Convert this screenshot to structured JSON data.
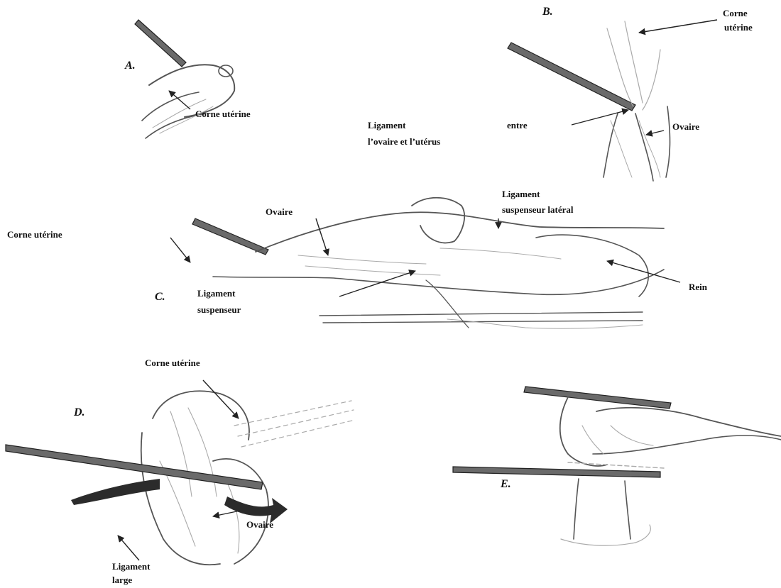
{
  "panels": {
    "a": "A.",
    "b": "B.",
    "c": "C.",
    "d": "D.",
    "e": "E."
  },
  "labels": {
    "a_corne": "Corne utérine",
    "b_corne_1": "Corne",
    "b_corne_2": "utérine",
    "b_ligament_1": "Ligament",
    "b_entre": "entre",
    "b_ligament_2": "l’ovaire et l’utérus",
    "b_ovaire": "Ovaire",
    "c_corne": "Corne utérine",
    "c_ovaire": "Ovaire",
    "c_ligament_lat_1": "Ligament",
    "c_ligament_lat_2": "suspenseur latéral",
    "c_ligament_susp_1": "Ligament",
    "c_ligament_susp_2": "suspenseur",
    "c_rein": "Rein",
    "d_corne": "Corne utérine",
    "d_ovaire": "Ovaire",
    "d_ligament_1": "Ligament",
    "d_ligament_2": "large"
  }
}
